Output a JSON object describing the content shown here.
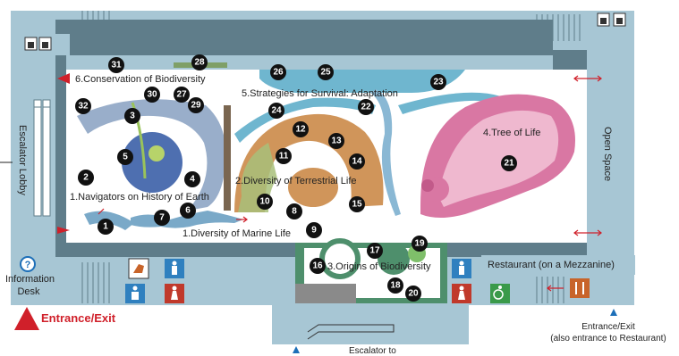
{
  "zones": {
    "z1": "1.Diversity of Marine Life",
    "z1_nav": "1.Navigators on History of Earth",
    "z2": "2.Diversity of Terrestrial Life",
    "z3": "3.Origins of Biodiversity",
    "z4": "4.Tree of Life",
    "z5": "5.Strategies for Survival: Adaptation",
    "z6": "6.Conservation of Biodiversity"
  },
  "labels": {
    "escalator_lobby": "Escalator Lobby",
    "open_space": "Open Space",
    "information_desk": "Information Desk",
    "entrance_exit_main": "Entrance/Exit",
    "entrance_exit_right": "Entrance/Exit",
    "entrance_restaurant_note": "(also entrance to Restaurant)",
    "escalator_to": "Escalator to",
    "restaurant": "Restaurant (on a Mezzanine)",
    "info_symbol": "?"
  },
  "exhibit_numbers": [
    "1",
    "2",
    "3",
    "4",
    "5",
    "6",
    "7",
    "8",
    "9",
    "10",
    "11",
    "12",
    "13",
    "14",
    "15",
    "16",
    "17",
    "18",
    "19",
    "20",
    "21",
    "22",
    "23",
    "24",
    "25",
    "26",
    "27",
    "28",
    "29",
    "30",
    "31",
    "32"
  ],
  "icons": [
    "elevator-icon",
    "restroom-male-icon",
    "restroom-female-icon",
    "accessible-restroom-icon",
    "nursing-room-icon",
    "wheelchair-icon",
    "restaurant-icon",
    "information-icon"
  ],
  "colors": {
    "building": "#a7c6d4",
    "wall": "#5f7d8a",
    "marine": "#7aa9c8",
    "terrestrial": "#d0955a",
    "terrestrial_green": "#a8c07a",
    "origins": "#4e8f6c",
    "tree": "#d977a3",
    "tree_light": "#efb8cf",
    "adaptation": "#6fb6cf",
    "entrance_red": "#d0202a",
    "info_blue": "#1d6fb8",
    "restroom_blue": "#2f80bf",
    "restroom_red": "#c0392b",
    "restaurant_orange": "#c8642a"
  }
}
